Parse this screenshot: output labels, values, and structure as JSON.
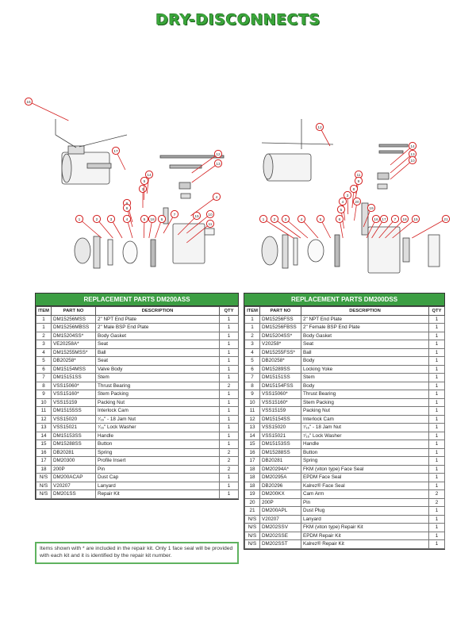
{
  "title": "DRY-DISCONNECTS",
  "diagram": {
    "left_callouts": [
      "16",
      "17",
      "12",
      "13",
      "14",
      "10",
      "11",
      "9",
      "8",
      "3",
      "4",
      "7",
      "5",
      "15",
      "18",
      "1",
      "2",
      "3",
      "4",
      "5",
      "6"
    ],
    "right_callouts": [
      "12",
      "14",
      "13",
      "10",
      "11",
      "9",
      "8",
      "3",
      "4",
      "5",
      "16",
      "17",
      "7",
      "18",
      "15",
      "1",
      "2",
      "3",
      "4",
      "5",
      "6",
      "19",
      "20",
      "21"
    ]
  },
  "left_table": {
    "title": "REPLACEMENT PARTS DM200ASS",
    "headers": [
      "ITEM",
      "PART NO",
      "DESCRIPTION",
      "QTY"
    ],
    "rows": [
      [
        "1",
        "DM15256MSS",
        "2\" NPT End Plate",
        "1"
      ],
      [
        "1",
        "DM15256MBSS",
        "2\" Male BSP End Plate",
        "1"
      ],
      [
        "2",
        "DM15204SS*",
        "Body Gasket",
        "1"
      ],
      [
        "3",
        "VE20258A*",
        "Seat",
        "1"
      ],
      [
        "4",
        "DM15255MSS*",
        "Ball",
        "1"
      ],
      [
        "5",
        "DB20258*",
        "Seat",
        "1"
      ],
      [
        "6",
        "DM15154MSS",
        "Valve Body",
        "1"
      ],
      [
        "7",
        "DM15151SS",
        "Stem",
        "1"
      ],
      [
        "8",
        "VSS15060*",
        "Thrust Bearing",
        "2"
      ],
      [
        "9",
        "VSS15160*",
        "Stem Packing",
        "1"
      ],
      [
        "10",
        "VSS15159",
        "Packing Nut",
        "1"
      ],
      [
        "11",
        "DM15155SS",
        "Interlock Cam",
        "1"
      ],
      [
        "12",
        "VSS15020",
        "⁷⁄₁₆\" - 18 Jam Nut",
        "1"
      ],
      [
        "13",
        "VSS15021",
        "⁷⁄₁₆\" Lock Washer",
        "1"
      ],
      [
        "14",
        "DM15153SS",
        "Handle",
        "1"
      ],
      [
        "15",
        "DM15288SS",
        "Button",
        "1"
      ],
      [
        "16",
        "DB20281",
        "Spring",
        "2"
      ],
      [
        "17",
        "DM20300",
        "Profile Insert",
        "2"
      ],
      [
        "18",
        "200P",
        "Pin",
        "2"
      ],
      [
        "N/S",
        "DM200ACAP",
        "Dust Cap",
        "1"
      ],
      [
        "N/S",
        "V20207",
        "Lanyard",
        "1"
      ],
      [
        "N/S",
        "DM201SS",
        "Repair Kit",
        "1"
      ]
    ]
  },
  "right_table": {
    "title": "REPLACEMENT PARTS DM200DSS",
    "headers": [
      "ITEM",
      "PART NO",
      "DESCRIPTION",
      "QTY"
    ],
    "rows": [
      [
        "1",
        "DM15256FSS",
        "2\" NPT End Plate",
        "1"
      ],
      [
        "1",
        "DM15256FBSS",
        "2\" Female BSP End Plate",
        "1"
      ],
      [
        "2",
        "DM15204SS*",
        "Body Gasket",
        "1"
      ],
      [
        "3",
        "V20258*",
        "Seat",
        "1"
      ],
      [
        "4",
        "DM15255FSS*",
        "Ball",
        "1"
      ],
      [
        "5",
        "DB20258*",
        "Body",
        "1"
      ],
      [
        "6",
        "DM15289SS",
        "Locking Yoke",
        "1"
      ],
      [
        "7",
        "DM15151SS",
        "Stem",
        "1"
      ],
      [
        "8",
        "DM15154FSS",
        "Body",
        "1"
      ],
      [
        "9",
        "VSS15060*",
        "Thrust Bearing",
        "1"
      ],
      [
        "10",
        "VSS15160*",
        "Stem Packing",
        "1"
      ],
      [
        "11",
        "VSS15159",
        "Packing Nut",
        "1"
      ],
      [
        "12",
        "DM15154SS",
        "Interlock Cam",
        "1"
      ],
      [
        "13",
        "VSS15020",
        "⁷⁄₁₆\" - 18 Jam Nut",
        "1"
      ],
      [
        "14",
        "VSS15021",
        "⁷⁄₁₆\" Lock Washer",
        "1"
      ],
      [
        "15",
        "DM15153SS",
        "Handle",
        "1"
      ],
      [
        "16",
        "DM15288SS",
        "Button",
        "1"
      ],
      [
        "17",
        "DB20281",
        "Spring",
        "1"
      ],
      [
        "18",
        "DM20294A*",
        "FKM (viton type) Face Seal",
        "1"
      ],
      [
        "18",
        "DM20295A",
        "EPDM Face Seal",
        "1"
      ],
      [
        "18",
        "DB20296",
        "Kalrez® Face Seal",
        "1"
      ],
      [
        "19",
        "DM200KX",
        "Cam Arm",
        "2"
      ],
      [
        "20",
        "200P",
        "Pin",
        "2"
      ],
      [
        "21",
        "DM200APL",
        "Dust Plug",
        "1"
      ],
      [
        "N/S",
        "V20207",
        "Lanyard",
        "1"
      ],
      [
        "N/S",
        "DM202SSV",
        "FKM (viton type) Repair Kit",
        "1"
      ],
      [
        "N/S",
        "DM202SSE",
        "EPDM Repair Kit",
        "1"
      ],
      [
        "N/S",
        "DM202SST",
        "Kalrez® Repair Kit",
        "1"
      ]
    ]
  },
  "note": "Items shown with * are included in the repair kit. Only 1 face seal will be provided with each kit and it is identified by the repair kit number.",
  "colors": {
    "title_green": "#3aa63a",
    "header_green": "#3c9e43",
    "callout_red": "#d42020",
    "note_border": "#5fb25f"
  }
}
